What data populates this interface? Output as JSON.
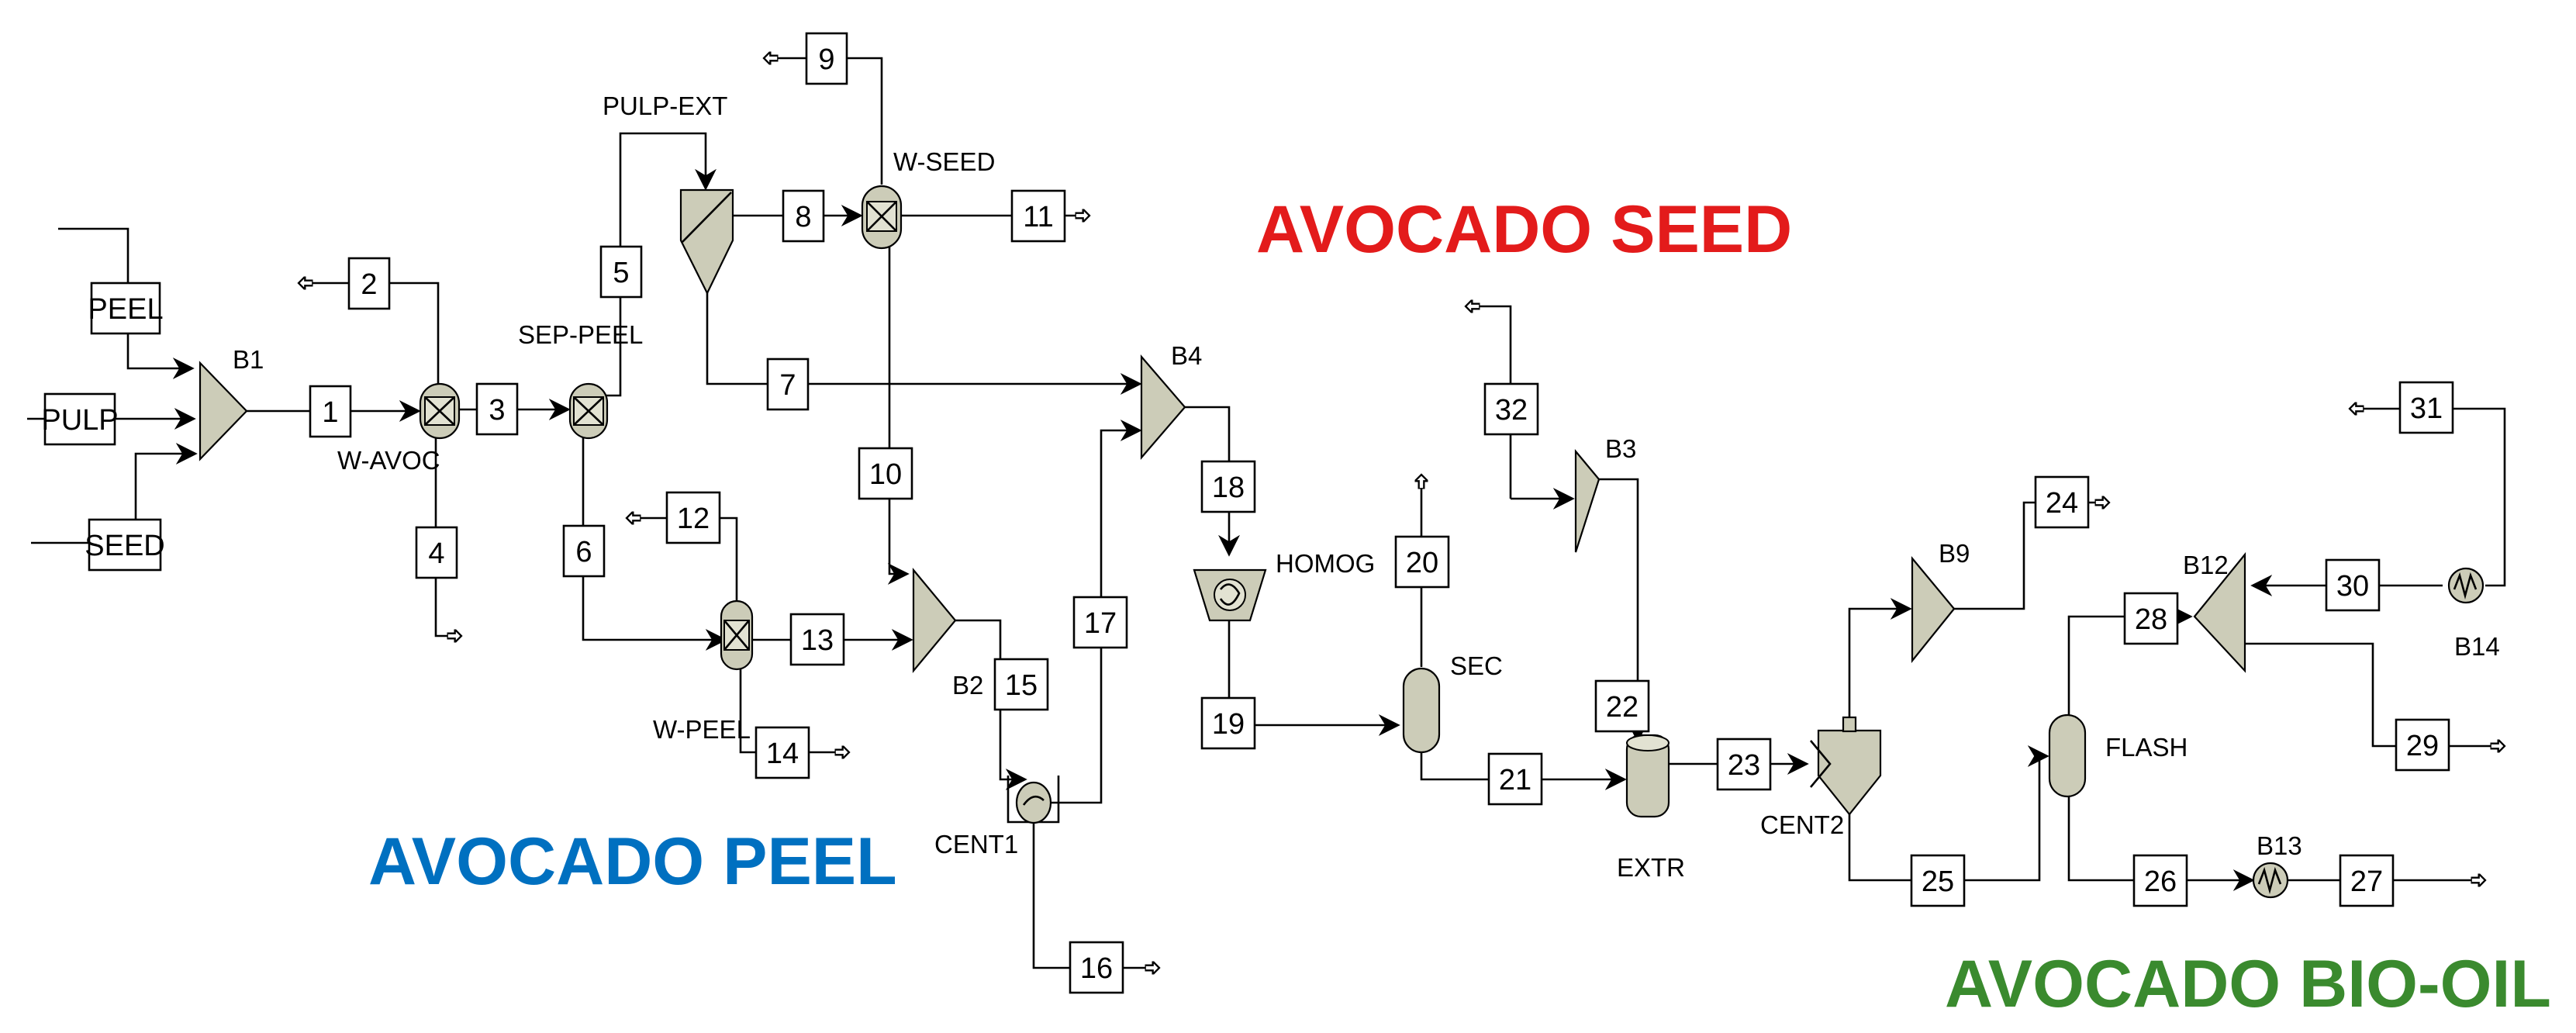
{
  "diagram": {
    "section_titles": {
      "seed": "AVOCADO SEED",
      "peel": "AVOCADO PEEL",
      "biooil": "AVOCADO BIO-OIL"
    },
    "colors": {
      "seed": "#e31b1b",
      "peel": "#0070c0",
      "biooil": "#3a8a2e",
      "equipment_fill": "#ccccb8",
      "line": "#000000"
    },
    "blocks": {
      "B1": "B1",
      "W_AVOC": "W-AVOC",
      "SEP_PEEL": "SEP-PEEL",
      "PULP_EXT": "PULP-EXT",
      "W_SEED": "W-SEED",
      "W_PEEL": "W-PEEL",
      "B2": "B2",
      "B4": "B4",
      "CENT1": "CENT1",
      "HOMOG": "HOMOG",
      "SEC": "SEC",
      "B3": "B3",
      "EXTR": "EXTR",
      "CENT2": "CENT2",
      "B9": "B9",
      "FLASH": "FLASH",
      "B12": "B12",
      "B13": "B13",
      "B14": "B14"
    },
    "streams": {
      "PEEL": "PEEL",
      "PULP": "PULP",
      "SEED": "SEED",
      "s1": "1",
      "s2": "2",
      "s3": "3",
      "s4": "4",
      "s5": "5",
      "s6": "6",
      "s7": "7",
      "s8": "8",
      "s9": "9",
      "s10": "10",
      "s11": "11",
      "s12": "12",
      "s13": "13",
      "s14": "14",
      "s15": "15",
      "s16": "16",
      "s17": "17",
      "s18": "18",
      "s19": "19",
      "s20": "20",
      "s21": "21",
      "s22": "22",
      "s23": "23",
      "s24": "24",
      "s25": "25",
      "s26": "26",
      "s27": "27",
      "s28": "28",
      "s29": "29",
      "s30": "30",
      "s31": "31",
      "s32": "32"
    }
  }
}
